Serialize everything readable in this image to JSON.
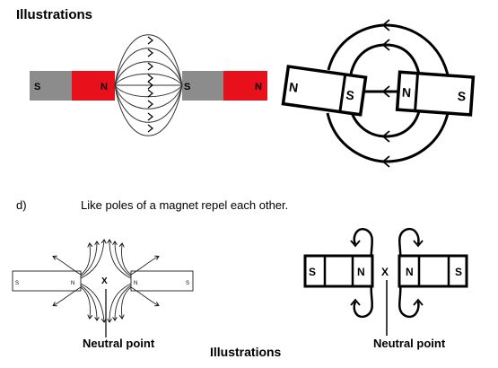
{
  "heading": "Illustrations",
  "item": {
    "letter": "d)",
    "text": "Like poles of a magnet repel each other."
  },
  "captions": {
    "neutral_left": "Neutral point",
    "neutral_right": "Neutral point",
    "bottom_illustrations": "Illustrations"
  },
  "figure1": {
    "pole_a": "S",
    "pole_b": "N",
    "pole_c": "S",
    "pole_d": "N"
  },
  "figure2": {
    "pole_a": "N",
    "pole_b": "S",
    "pole_c": "N",
    "pole_d": "S"
  },
  "figure3": {
    "pole_a": "S",
    "pole_b": "N",
    "pole_c": "N",
    "pole_d": "S",
    "neutral_mark": "X"
  },
  "figure4": {
    "pole_a": "S",
    "pole_b": "N",
    "pole_c": "N",
    "pole_d": "S",
    "neutral_mark": "X"
  },
  "colors": {
    "north_red": "#e8101a",
    "south_gray": "#8c8c8c"
  }
}
